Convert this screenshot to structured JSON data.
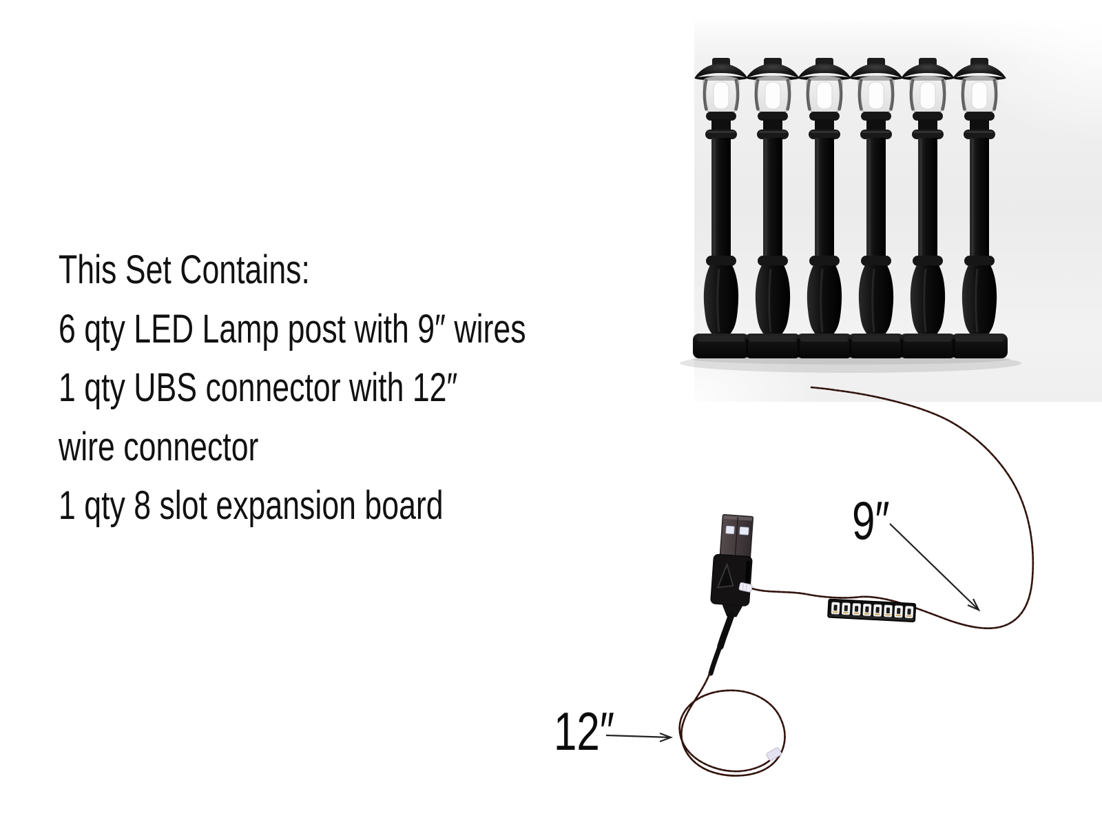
{
  "info_panel": {
    "title": "This Set Contains:",
    "items": [
      "6 qty LED Lamp post with 9″ wires",
      "1 qty UBS connector with 12″",
      "wire connector",
      "1 qty 8 slot expansion board"
    ]
  },
  "annotations": {
    "lamp_wire_length_label": "9″",
    "usb_wire_length_label": "12″"
  },
  "lamp_photo": {
    "lamp_count": 6,
    "lamp_color": "black",
    "backdrop_color": "#ececec"
  },
  "usb_photo": {
    "expansion_board_slots": 8,
    "wire_color": "#46170e",
    "usb_type": "USB-A plug"
  },
  "colors": {
    "text": "#111111",
    "arrow": "#222222",
    "wire": "#46170e",
    "board": "#0d0d0d",
    "slot_white": "#f4f4f4"
  }
}
